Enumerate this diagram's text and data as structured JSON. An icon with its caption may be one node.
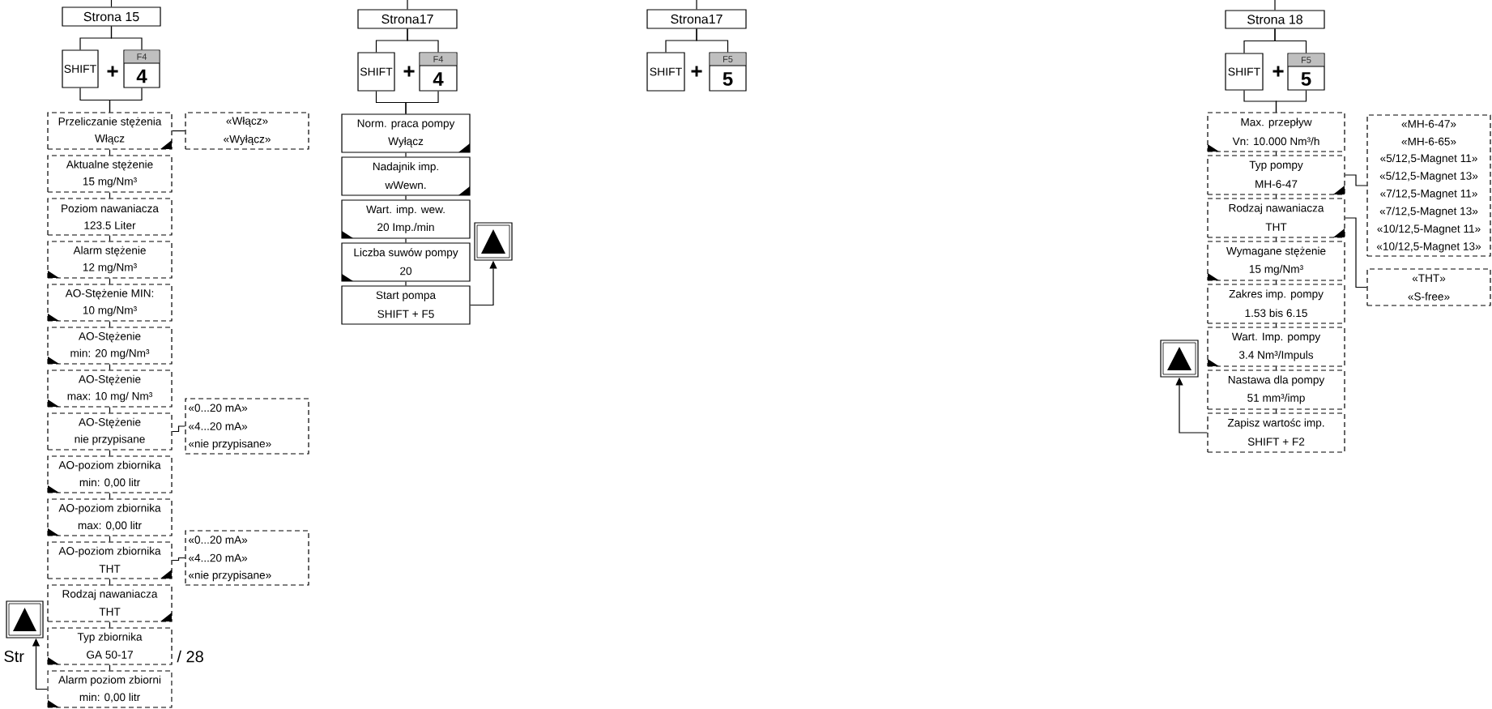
{
  "diagram": {
    "nodes": [
      {
        "text": [
          "Strona 15"
        ]
      },
      {
        "text": [
          "SHIFT"
        ]
      },
      {
        "text": [
          "F4",
          "4"
        ]
      },
      {
        "text": [
          "Przeliczanie stężenia",
          "Włącz"
        ]
      },
      {
        "text": [
          "Aktualne stężenie",
          "15 mg/Nm³"
        ]
      },
      {
        "text": [
          "Poziom nawaniacza",
          "123.5 Liter"
        ]
      },
      {
        "text": [
          "Alarm stężenie",
          "12 mg/Nm³"
        ]
      },
      {
        "text": [
          "AO-Stężenie MIN:",
          "10 mg/Nm³"
        ]
      },
      {
        "text": [
          "AO-Stężenie",
          "min:   20 mg/Nm³"
        ]
      },
      {
        "text": [
          "AO-Stężenie",
          "max: 10 mg/ Nm³"
        ]
      },
      {
        "text": [
          "AO-Stężenie",
          "nie przypisane"
        ]
      },
      {
        "text": [
          "AO-poziom zbiornika",
          "min: 0,00 litr"
        ]
      },
      {
        "text": [
          "AO-poziom zbiornika",
          "max: 0,00 litr"
        ]
      },
      {
        "text": [
          "AO-poziom zbiornika",
          "THT"
        ]
      },
      {
        "text": [
          "Rodzaj nawaniacza",
          "THT"
        ]
      },
      {
        "text": [
          "Typ zbiornika",
          "GA 50-17"
        ]
      },
      {
        "text": [
          "Alarm poziom zbiorni",
          "min: 0,00 litr"
        ]
      },
      {
        "text": [
          "«Włącz»",
          "«Wyłącz»"
        ]
      },
      {
        "text": [
          "«0...20 mA»",
          "«4...20 mA»",
          "«nie przypisane»"
        ]
      },
      {
        "text": [
          "«0...20 mA»",
          "«4...20 mA»",
          "«nie przypisane»"
        ]
      },
      {
        "text": [],
        "shape": "box"
      },
      {
        "text": [
          "Strona17"
        ]
      },
      {
        "text": [
          "SHIFT"
        ]
      },
      {
        "text": [
          "F4",
          "4"
        ]
      },
      {
        "text": [
          "Norm. praca pompy",
          "Wyłącz"
        ]
      },
      {
        "text": [
          "Nadajnik imp.",
          "wWewn."
        ]
      },
      {
        "text": [
          "Wart. imp. wew.",
          "20 Imp./min"
        ]
      },
      {
        "text": [
          "Liczba suwów pompy",
          "20"
        ]
      },
      {
        "text": [
          "Start pompa",
          "SHIFT + F5"
        ]
      },
      {
        "text": [],
        "shape": "box"
      },
      {
        "text": [
          "Strona17"
        ]
      },
      {
        "text": [
          "SHIFT"
        ]
      },
      {
        "text": [
          "F5",
          "5"
        ]
      },
      {
        "text": [
          "Strona 18"
        ]
      },
      {
        "text": [
          "SHIFT"
        ]
      },
      {
        "text": [
          "F5",
          "5"
        ]
      },
      {
        "text": [
          "Max. przepływ",
          "Vn: 10.000 Nm³/h"
        ]
      },
      {
        "text": [
          "Typ pompy",
          "MH-6-47"
        ]
      },
      {
        "text": [
          "Rodzaj nawaniacza",
          "THT"
        ]
      },
      {
        "text": [
          "Wymagane stężenie",
          "15 mg/Nm³"
        ]
      },
      {
        "text": [
          "Zakres imp. pompy",
          "1.53 bis 6.15"
        ]
      },
      {
        "text": [
          "Wart. Imp. pompy",
          "3.4 Nm³/Impuls"
        ]
      },
      {
        "text": [
          "Nastawa dla pompy",
          "51 mm³/imp"
        ]
      },
      {
        "text": [
          "Zapisz wartośc imp.",
          "SHIFT + F2"
        ]
      },
      {
        "text": [
          "«MH-6-47»",
          "«MH-6-65»",
          "«5/12,5-Magnet 11»",
          "«5/12,5-Magnet 13»",
          "«7/12,5-Magnet 11»",
          "«7/12,5-Magnet 13»",
          "«10/12,5-Magnet 11»",
          "«10/12,5-Magnet 13»"
        ]
      },
      {
        "text": [
          "«THT»",
          "«S-free»"
        ]
      },
      {
        "text": [],
        "shape": "box"
      }
    ],
    "edges": [
      {
        "from": null,
        "to": 0,
        "arrow": "none"
      },
      {
        "from": 0,
        "to": 1,
        "arrow": "none"
      },
      {
        "from": 0,
        "to": 2,
        "arrow": "none"
      },
      {
        "from": 1,
        "to": 3,
        "arrow": "none"
      },
      {
        "from": 2,
        "to": 3,
        "arrow": "none"
      },
      {
        "from": 3,
        "to": 4,
        "arrow": "none"
      },
      {
        "from": 4,
        "to": 5,
        "arrow": "none"
      },
      {
        "from": 5,
        "to": 6,
        "arrow": "none"
      },
      {
        "from": 6,
        "to": 7,
        "arrow": "none"
      },
      {
        "from": 7,
        "to": 8,
        "arrow": "none"
      },
      {
        "from": 8,
        "to": 9,
        "arrow": "none"
      },
      {
        "from": 9,
        "to": 10,
        "arrow": "none"
      },
      {
        "from": 10,
        "to": 11,
        "arrow": "none"
      },
      {
        "from": 11,
        "to": 12,
        "arrow": "none"
      },
      {
        "from": 12,
        "to": 13,
        "arrow": "none"
      },
      {
        "from": 13,
        "to": 14,
        "arrow": "none"
      },
      {
        "from": 14,
        "to": 15,
        "arrow": "none"
      },
      {
        "from": 15,
        "to": 16,
        "arrow": "none"
      },
      {
        "from": 3,
        "to": 17,
        "arrow": "none"
      },
      {
        "from": 10,
        "to": 18,
        "arrow": "none"
      },
      {
        "from": 13,
        "to": 19,
        "arrow": "none"
      },
      {
        "from": 16,
        "to": 20,
        "arrow": "to"
      },
      {
        "from": null,
        "to": 21,
        "arrow": "none"
      },
      {
        "from": 21,
        "to": 22,
        "arrow": "none"
      },
      {
        "from": 21,
        "to": 23,
        "arrow": "none"
      },
      {
        "from": 22,
        "to": 24,
        "arrow": "none"
      },
      {
        "from": 23,
        "to": 24,
        "arrow": "none"
      },
      {
        "from": 24,
        "to": 25,
        "arrow": "none"
      },
      {
        "from": 25,
        "to": 26,
        "arrow": "none"
      },
      {
        "from": 26,
        "to": 27,
        "arrow": "none"
      },
      {
        "from": 27,
        "to": 28,
        "arrow": "none"
      },
      {
        "from": 28,
        "to": 29,
        "arrow": "to"
      },
      {
        "from": null,
        "to": 30,
        "arrow": "none"
      },
      {
        "from": 30,
        "to": 31,
        "arrow": "none"
      },
      {
        "from": 30,
        "to": 32,
        "arrow": "none"
      },
      {
        "from": null,
        "to": 33,
        "arrow": "none"
      },
      {
        "from": 33,
        "to": 34,
        "arrow": "none"
      },
      {
        "from": 33,
        "to": 35,
        "arrow": "none"
      },
      {
        "from": 34,
        "to": 36,
        "arrow": "none"
      },
      {
        "from": 35,
        "to": 36,
        "arrow": "none"
      },
      {
        "from": 36,
        "to": 37,
        "arrow": "none"
      },
      {
        "from": 37,
        "to": 38,
        "arrow": "none"
      },
      {
        "from": 38,
        "to": 39,
        "arrow": "none"
      },
      {
        "from": 39,
        "to": 40,
        "arrow": "none"
      },
      {
        "from": 40,
        "to": 41,
        "arrow": "none"
      },
      {
        "from": 41,
        "to": 42,
        "arrow": "none"
      },
      {
        "from": 42,
        "to": 43,
        "arrow": "none"
      },
      {
        "from": 37,
        "to": 44,
        "arrow": "none"
      },
      {
        "from": 38,
        "to": 45,
        "arrow": "none"
      },
      {
        "from": 43,
        "to": 46,
        "arrow": "to"
      }
    ],
    "labels": [
      "+",
      "+",
      "+",
      "+",
      "Str",
      "/ 28"
    ]
  }
}
